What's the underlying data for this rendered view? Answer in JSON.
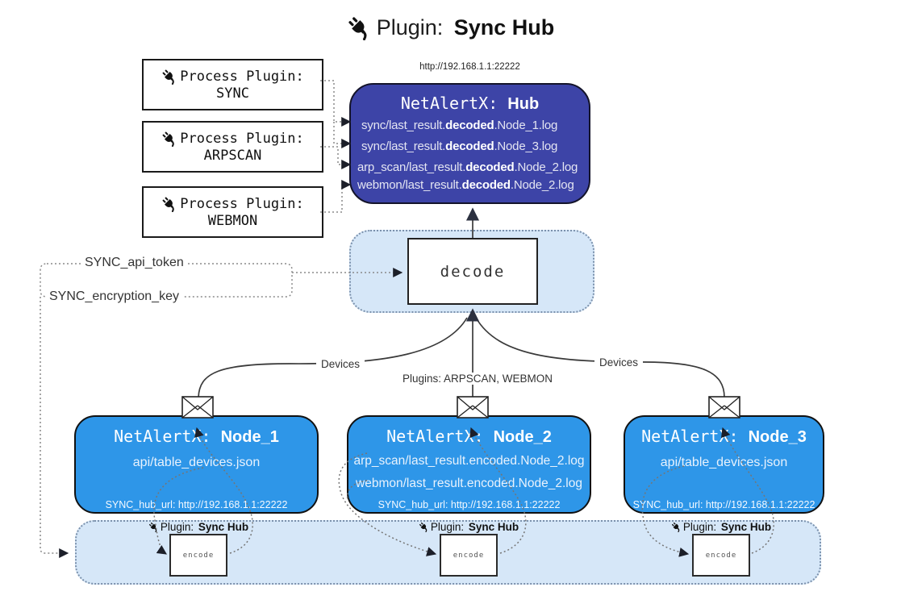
{
  "title": {
    "prefix": "Plugin: ",
    "bold": "Sync Hub"
  },
  "hub_url": "http://192.168.1.1:22222",
  "process_plugins": [
    {
      "label": "Process Plugin:",
      "name": "SYNC"
    },
    {
      "label": "Process Plugin:",
      "name": "ARPSCAN"
    },
    {
      "label": "Process Plugin:",
      "name": "WEBMON"
    }
  ],
  "hub": {
    "title_prefix": "NetAlertX: ",
    "title_bold": "Hub",
    "items": [
      {
        "pre": "sync/last_result.",
        "bold": "decoded",
        "post": ".Node_1.log"
      },
      {
        "pre": "sync/last_result.",
        "bold": "decoded",
        "post": ".Node_3.log"
      },
      {
        "pre": "arp_scan/last_result.",
        "bold": "decoded",
        "post": ".Node_2.log"
      },
      {
        "pre": "webmon/last_result.",
        "bold": "decoded",
        "post": ".Node_2.log"
      }
    ]
  },
  "decode_box": {
    "label": "decode"
  },
  "labels": {
    "api_token": "SYNC_api_token",
    "encryption_key": "SYNC_encryption_key",
    "devices_left": "Devices",
    "devices_right": "Devices",
    "plugins": "Plugins: ARPSCAN, WEBMON"
  },
  "nodes": [
    {
      "title_prefix": "NetAlertX: ",
      "title_bold": "Node_1",
      "lines": [
        "api/table_devices.json"
      ],
      "footer": "SYNC_hub_url: http://192.168.1.1:22222"
    },
    {
      "title_prefix": "NetAlertX: ",
      "title_bold": "Node_2",
      "lines": [
        "arp_scan/last_result.encoded.Node_2.log",
        "webmon/last_result.encoded.Node_2.log"
      ],
      "footer": "SYNC_hub_url: http://192.168.1.1:22222"
    },
    {
      "title_prefix": "NetAlertX: ",
      "title_bold": "Node_3",
      "lines": [
        "api/table_devices.json"
      ],
      "footer": "SYNC_hub_url: http://192.168.1.1:22222"
    }
  ],
  "encoders": [
    {
      "plugin_prefix": "Plugin: ",
      "plugin_bold": "Sync Hub",
      "box": "encode"
    },
    {
      "plugin_prefix": "Plugin: ",
      "plugin_bold": "Sync Hub",
      "box": "encode"
    },
    {
      "plugin_prefix": "Plugin: ",
      "plugin_bold": "Sync Hub",
      "box": "encode"
    }
  ],
  "colors": {
    "hub_fill": "#3d44a7",
    "node_fill": "#2e96e8",
    "panel_fill": "#d6e7f8"
  }
}
